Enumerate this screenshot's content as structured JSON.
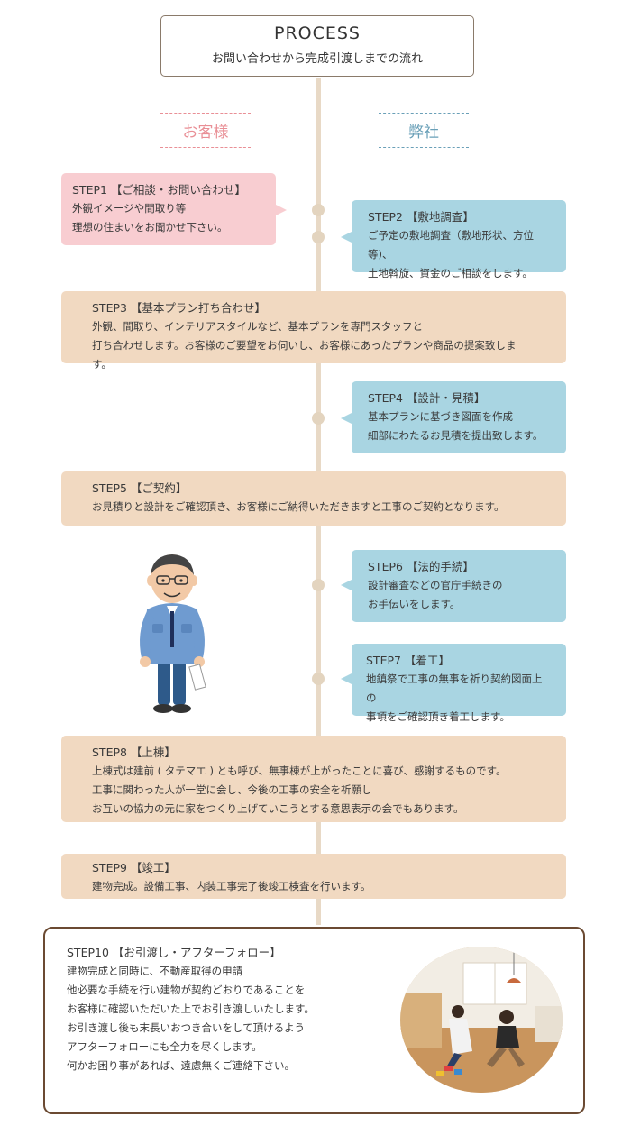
{
  "header": {
    "title": "PROCESS",
    "subtitle": "お問い合わせから完成引渡しまでの流れ"
  },
  "columns": {
    "customer": "お客様",
    "company": "弊社"
  },
  "steps": [
    {
      "title": "STEP1 【ご相談・お問い合わせ】",
      "lines": [
        "外観イメージや間取り等",
        "理想の住まいをお聞かせ下さい。"
      ]
    },
    {
      "title": "STEP2 【敷地調査】",
      "lines": [
        "ご予定の敷地調査（敷地形状、方位等)、",
        "土地斡旋、資金のご相談をします。"
      ]
    },
    {
      "title": "STEP3 【基本プラン打ち合わせ】",
      "lines": [
        "外観、間取り、インテリアスタイルなど、基本プランを専門スタッフと",
        "打ち合わせします。お客様のご要望をお伺いし、お客様にあったプランや商品の提案致します。"
      ]
    },
    {
      "title": "STEP4 【設計・見積】",
      "lines": [
        "基本プランに基づき図面を作成",
        "細部にわたるお見積を提出致します。"
      ]
    },
    {
      "title": "STEP5 【ご契約】",
      "lines": [
        "お見積りと設計をご確認頂き、お客様にご納得いただきますと工事のご契約となります。"
      ]
    },
    {
      "title": "STEP6 【法的手続】",
      "lines": [
        "設計審査などの官庁手続きの",
        "お手伝いをします。"
      ]
    },
    {
      "title": "STEP7 【着工】",
      "lines": [
        "地鎮祭で工事の無事を祈り契約図面上の",
        "事項をご確認頂き着工します。"
      ]
    },
    {
      "title": "STEP8 【上棟】",
      "lines": [
        "上棟式は建前 ( タテマエ ) とも呼び、無事棟が上がったことに喜び、感謝するものです。",
        "工事に関わった人が一堂に会し、今後の工事の安全を祈願し",
        "お互いの協力の元に家をつくり上げていこうとする意思表示の会でもあります。"
      ]
    },
    {
      "title": "STEP9 【竣工】",
      "lines": [
        "建物完成。設備工事、内装工事完了後竣工検査を行います。"
      ]
    },
    {
      "title": "STEP10 【お引渡し・アフターフォロー】",
      "lines": [
        "建物完成と同時に、不動産取得の申請",
        "他必要な手続を行い建物が契約どおりであることを",
        "お客様に確認いただいた上でお引き渡しいたします。",
        "お引き渡し後も末長いおつき合いをして頂けるよう",
        "アフターフォローにも全力を尽くします。",
        "何かお困り事があれば、遠慮無くご連絡下さい。"
      ]
    }
  ],
  "colors": {
    "customer": "#f8cdd1",
    "company": "#a9d5e2",
    "shared": "#f1d9c1",
    "spine": "#e8d9c6"
  }
}
